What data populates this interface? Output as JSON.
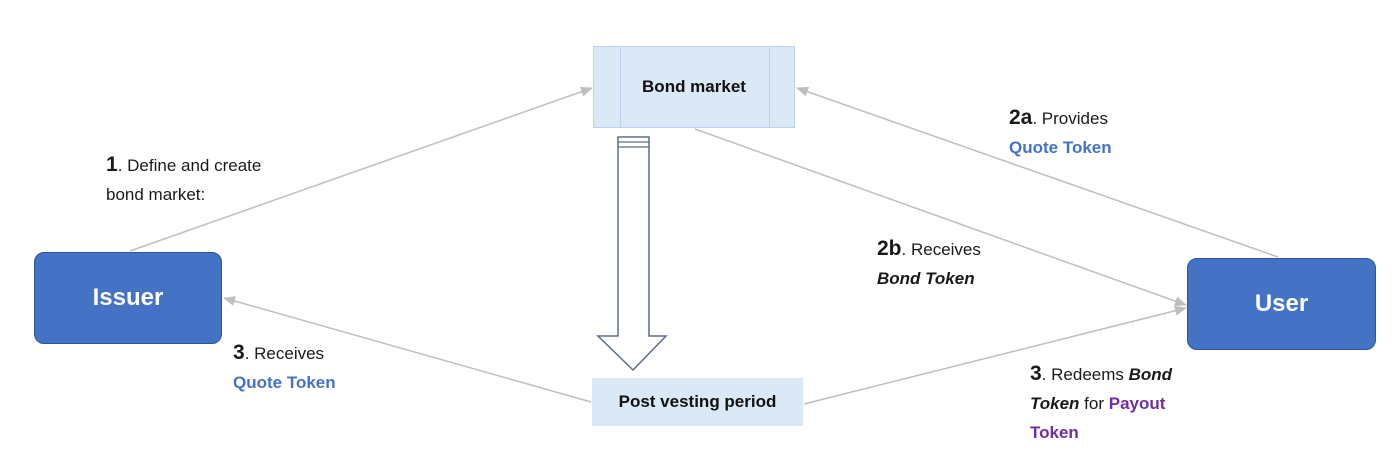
{
  "nodes": {
    "issuer": "Issuer",
    "user": "User",
    "bond_market": "Bond market",
    "post_vesting": "Post vesting period"
  },
  "labels": {
    "step1": {
      "num": "1",
      "line1": ". Define and create",
      "line2": "bond market:"
    },
    "step2a": {
      "num": "2a",
      "text": ". Provides",
      "token": "Quote Token"
    },
    "step2b": {
      "num": "2b",
      "text": ". Receives",
      "token": "Bond Token"
    },
    "step3_issuer": {
      "num": "3",
      "text": ". Receives",
      "token": "Quote Token"
    },
    "step3_user": {
      "num": "3",
      "text": ". Redeems ",
      "bond_token_word1": "Bond",
      "bond_token_word2": "Token",
      "for_text": " for ",
      "payout_word1": "Payout",
      "payout_word2": "Token"
    }
  },
  "colors": {
    "actor_fill": "#4472c4",
    "box_fill": "#dbe8f6",
    "quote_token": "#4472c4",
    "payout_token": "#7030a0",
    "connector": "#bfbfbf"
  }
}
